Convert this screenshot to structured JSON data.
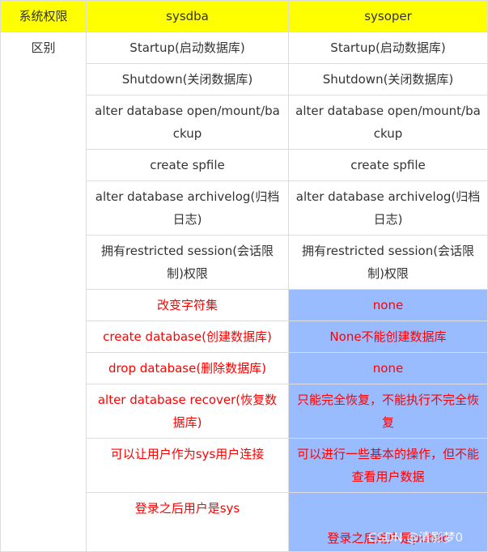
{
  "table": {
    "headers": [
      "系统权限",
      "sysdba",
      "sysoper"
    ],
    "row_label": "区别",
    "rows": [
      {
        "sysdba": "Startup(启动数据库)",
        "sysoper": "Startup(启动数据库)",
        "style": "normal"
      },
      {
        "sysdba": "Shutdown(关闭数据库)",
        "sysoper": "Shutdown(关闭数据库)",
        "style": "normal"
      },
      {
        "sysdba": "alter database open/mount/backup",
        "sysoper": "alter database open/mount/backup",
        "style": "normal"
      },
      {
        "sysdba": "create spfile",
        "sysoper": "create spfile",
        "style": "normal"
      },
      {
        "sysdba": "alter database archivelog(归档日志)",
        "sysoper": "alter database archivelog(归档日志)",
        "style": "normal"
      },
      {
        "sysdba": "拥有restricted session(会话限制)权限",
        "sysoper": "拥有restricted session(会话限制)权限",
        "style": "normal"
      },
      {
        "sysdba": "改变字符集",
        "sysoper": "none",
        "style": "red"
      },
      {
        "sysdba": "create database(创建数据库)",
        "sysoper": "None不能创建数据库",
        "style": "red"
      },
      {
        "sysdba": "drop database(删除数据库)",
        "sysoper": "none",
        "style": "red"
      },
      {
        "sysdba": "alter database recover(恢复数据库)",
        "sysoper": "只能完全恢复，不能执行不完全恢复",
        "style": "red"
      },
      {
        "sysdba": "可以让用户作为sys用户连接",
        "sysoper": "可以进行一些基本的操作，但不能查看用户数据",
        "style": "red"
      },
      {
        "sysdba": "登录之后用户是sys",
        "sysoper": "登录之后用户是public",
        "style": "red"
      }
    ],
    "watermark": "CSDN @清影梦0"
  },
  "colors": {
    "header_bg": "#ffff00",
    "highlight_bg": "#99bbff",
    "red_text": "#ff0000",
    "border": "#dcdcdc"
  }
}
